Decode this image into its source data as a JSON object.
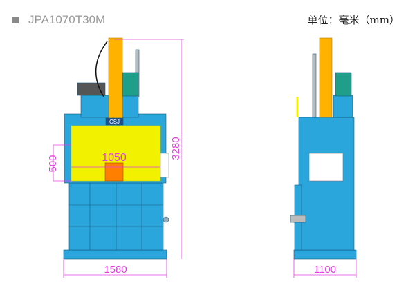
{
  "header": {
    "model": "JPA1070T30M",
    "unit_label": "单位：毫米（mm）"
  },
  "front_view": {
    "logo": "CSJ",
    "width_dim": "1580",
    "opening_width_dim": "1050",
    "opening_height_dim": "500",
    "height_dim": "3280"
  },
  "side_view": {
    "depth_dim": "1100"
  },
  "colors": {
    "body": "#2aa6dc",
    "screen": "#f2f200",
    "cylinder": "#ffb300",
    "motor": "#1f9e8a",
    "door": "#ff7f00",
    "dimension": "#e040e0"
  }
}
